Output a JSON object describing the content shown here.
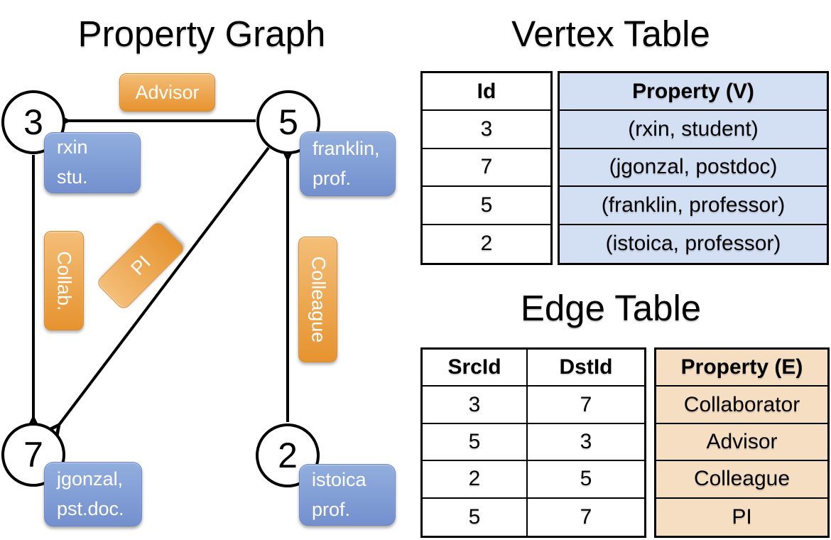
{
  "colors": {
    "orange_top": "#F4BE78",
    "orange_bottom": "#E6932F",
    "blue_top": "#92AEDE",
    "blue_bottom": "#7390CE",
    "vertex_cell_bg": "#D3DFF2",
    "edge_cell_bg": "#F5DEC2",
    "line_color": "#000000"
  },
  "graph_panel": {
    "title": "Property Graph",
    "nodes": [
      {
        "id": "3",
        "property_lines": [
          "rxin",
          "stu."
        ]
      },
      {
        "id": "5",
        "property_lines": [
          "franklin,",
          "prof."
        ]
      },
      {
        "id": "7",
        "property_lines": [
          "jgonzal,",
          "pst.doc."
        ]
      },
      {
        "id": "2",
        "property_lines": [
          "istoica",
          "prof."
        ]
      }
    ],
    "edge_labels": {
      "advisor": "Advisor",
      "collab": "Collab.",
      "pi": "PI",
      "colleague": "Colleague"
    }
  },
  "vertex_table": {
    "title": "Vertex Table",
    "headers": {
      "id": "Id",
      "property": "Property (V)"
    },
    "rows": [
      {
        "id": "3",
        "property": "(rxin, student)"
      },
      {
        "id": "7",
        "property": "(jgonzal, postdoc)"
      },
      {
        "id": "5",
        "property": "(franklin, professor)"
      },
      {
        "id": "2",
        "property": "(istoica, professor)"
      }
    ]
  },
  "edge_table": {
    "title": "Edge Table",
    "headers": {
      "src": "SrcId",
      "dst": "DstId",
      "property": "Property (E)"
    },
    "rows": [
      {
        "src": "3",
        "dst": "7",
        "property": "Collaborator"
      },
      {
        "src": "5",
        "dst": "3",
        "property": "Advisor"
      },
      {
        "src": "2",
        "dst": "5",
        "property": "Colleague"
      },
      {
        "src": "5",
        "dst": "7",
        "property": "PI"
      }
    ]
  }
}
